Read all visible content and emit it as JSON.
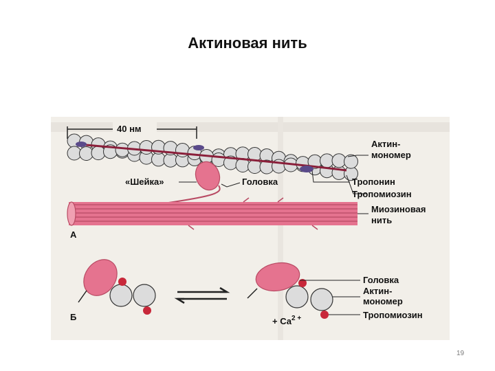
{
  "slide": {
    "title": "Актиновая нить",
    "page_number": "19"
  },
  "diagram": {
    "scale_label": "40 нм",
    "neck_label": "«Шейка»",
    "head_label": "Головка",
    "actin_monomer_label_1": "Актин-",
    "actin_monomer_label_2": "мономер",
    "troponin_label": "Тропонин",
    "tropomyosin_label": "Тропомиозин",
    "myosin_label_1": "Миозиновая",
    "myosin_label_2": "нить",
    "panel_a": "А",
    "panel_b": "Б",
    "b_head_label": "Головка",
    "b_actin_label_1": "Актин-",
    "b_actin_label_2": "мономер",
    "b_tropomyosin_label": "Тропомиозин",
    "calcium": "+ Са",
    "calcium_sup": "2 +"
  },
  "colors": {
    "myosin_pink": "#e5738f",
    "actin_gray": "#dcdcdc",
    "tropomyosin_dark": "#8a1f3a",
    "troponin_purple": "#5a4a8a",
    "dot_red": "#c8283a",
    "background_beige": "#f1ede7"
  }
}
